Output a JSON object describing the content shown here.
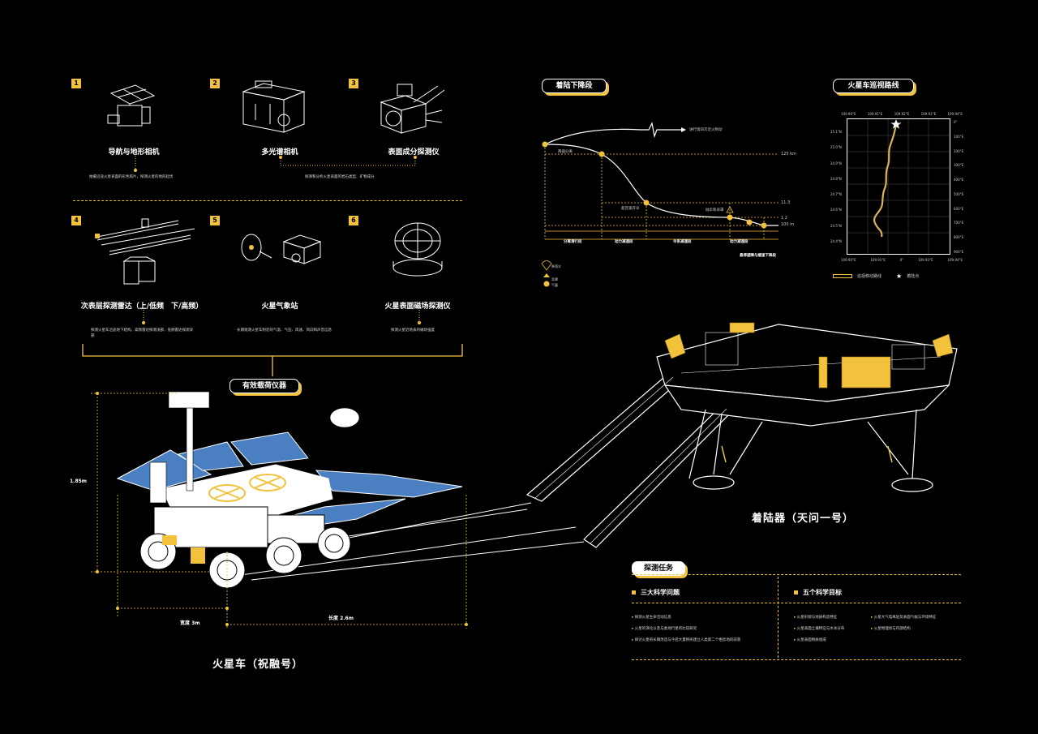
{
  "instruments": [
    {
      "num": "1",
      "name": "导航与地形相机",
      "desc": "拍摄沿途火星表面的彩色照片，探测火星的地形起伏"
    },
    {
      "num": "2",
      "name": "多光谱相机",
      "desc": ""
    },
    {
      "num": "3",
      "name": "表面成分探测仪",
      "desc": "探测和分析火星表面的岩石类型、矿物成分"
    },
    {
      "num": "4",
      "name": "次表层探测雷达（上/低频　下/高频）",
      "desc": "探测火星车沿途地下结构，高频雷达探测浅部，低频雷达探测深部"
    },
    {
      "num": "5",
      "name": "火星气象站",
      "desc": "长期观测火星车附近的气温、气压、风速、风向和声音信息"
    },
    {
      "num": "6",
      "name": "火星表面磁场探测仪",
      "desc": "探测火星近地表的磁场强度"
    }
  ],
  "payload_label": "有效载荷仪器",
  "descent": {
    "title": "着陆下降段",
    "annotations": {
      "separation": "两器分离",
      "chute_open": "超音速开伞",
      "chute_drop": "抛伞和背罩",
      "entry": "进行第四次近火制动"
    },
    "altitudes": [
      "125 km",
      "11.3",
      "1.2",
      "100 m"
    ],
    "phases": [
      "分离滑行段",
      "动力减速段",
      "伞系减速段",
      "动力减速段",
      "悬停避障与缓速下降段"
    ],
    "legend": [
      "降落伞",
      "背罩",
      "气囊"
    ]
  },
  "route": {
    "title": "火星车巡视路线",
    "legend_path": "巡视移动路线",
    "legend_landing": "着陆点",
    "top_ticks": [
      "109.90°E",
      "109.91°E",
      "109.92°E",
      "109.93°E",
      "109.94°E"
    ],
    "bottom_ticks": [
      "109.90°E",
      "109.91°E",
      "0°",
      "109.93°E",
      "109.94°E"
    ],
    "left_ticks": [
      "25.1°N",
      "25.0°N",
      "24.9°N",
      "24.8°N",
      "24.7°N",
      "24.6°N",
      "24.5°N",
      "24.4°N"
    ],
    "right_ticks": [
      "0°",
      "100°E",
      "200°E",
      "300°E",
      "400°E",
      "500°E",
      "600°E",
      "700°E",
      "800°E",
      "900°E"
    ]
  },
  "lander": {
    "name": "着陆器（天问一号）"
  },
  "rover": {
    "name": "火星车（祝融号）",
    "height": "1.85m",
    "width": "宽度 3m",
    "length": "长度 2.6m"
  },
  "mission": {
    "title": "探测任务",
    "questions_title": "三大科学问题",
    "goals_title": "五个科学目标",
    "questions": [
      "探测火星生命活动信息",
      "火星的演化以及与类地行星的比较研究",
      "探讨火星的长期改造与今后大量移民建立人类第二个栖息地的前景"
    ],
    "goals_left": [
      "火星形貌与地质构造特征",
      "火星表面土壤特征与水冰分布",
      "火星表面物质组成"
    ],
    "goals_right": [
      "火星大气电离层及表面气候与环境特征",
      "火星物理场与内部结构"
    ]
  },
  "colors": {
    "accent": "#f3c23c",
    "bg": "#000000",
    "panel": "#4a7fc1"
  }
}
